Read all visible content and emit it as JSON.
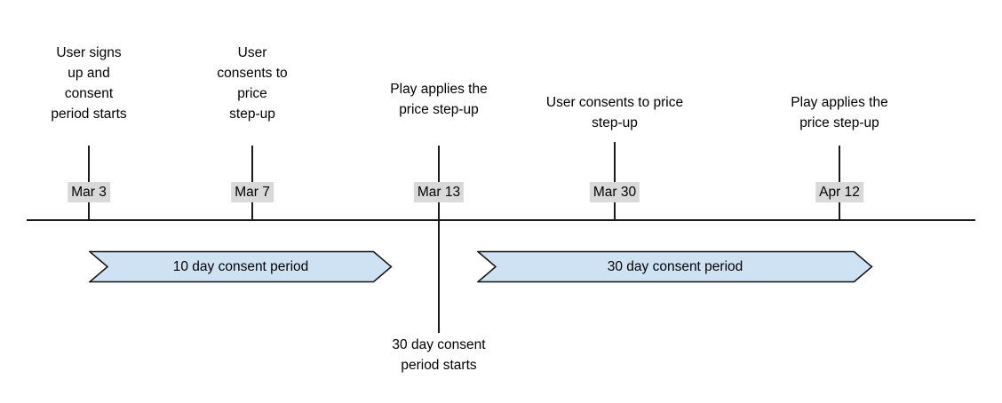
{
  "timeline": {
    "events": [
      {
        "label": "User signs\nup and\nconsent\nperiod starts",
        "date": "Mar 3"
      },
      {
        "label": "User\nconsents to\nprice\nstep-up",
        "date": "Mar 7"
      },
      {
        "label": "Play applies the\nprice step-up",
        "date": "Mar 13",
        "below_note": "30 day consent\nperiod starts"
      },
      {
        "label": "User consents to price\nstep-up",
        "date": "Mar 30"
      },
      {
        "label": "Play applies the\nprice step-up",
        "date": "Apr 12"
      }
    ],
    "banners": [
      {
        "label": "10 day consent period"
      },
      {
        "label": "30 day consent period"
      }
    ],
    "colors": {
      "banner_fill": "#cfe2f3",
      "banner_border": "#111111",
      "date_badge_bg": "#d9d9d9",
      "line": "#1a1a1a",
      "text": "#000000",
      "background": "#ffffff"
    }
  }
}
